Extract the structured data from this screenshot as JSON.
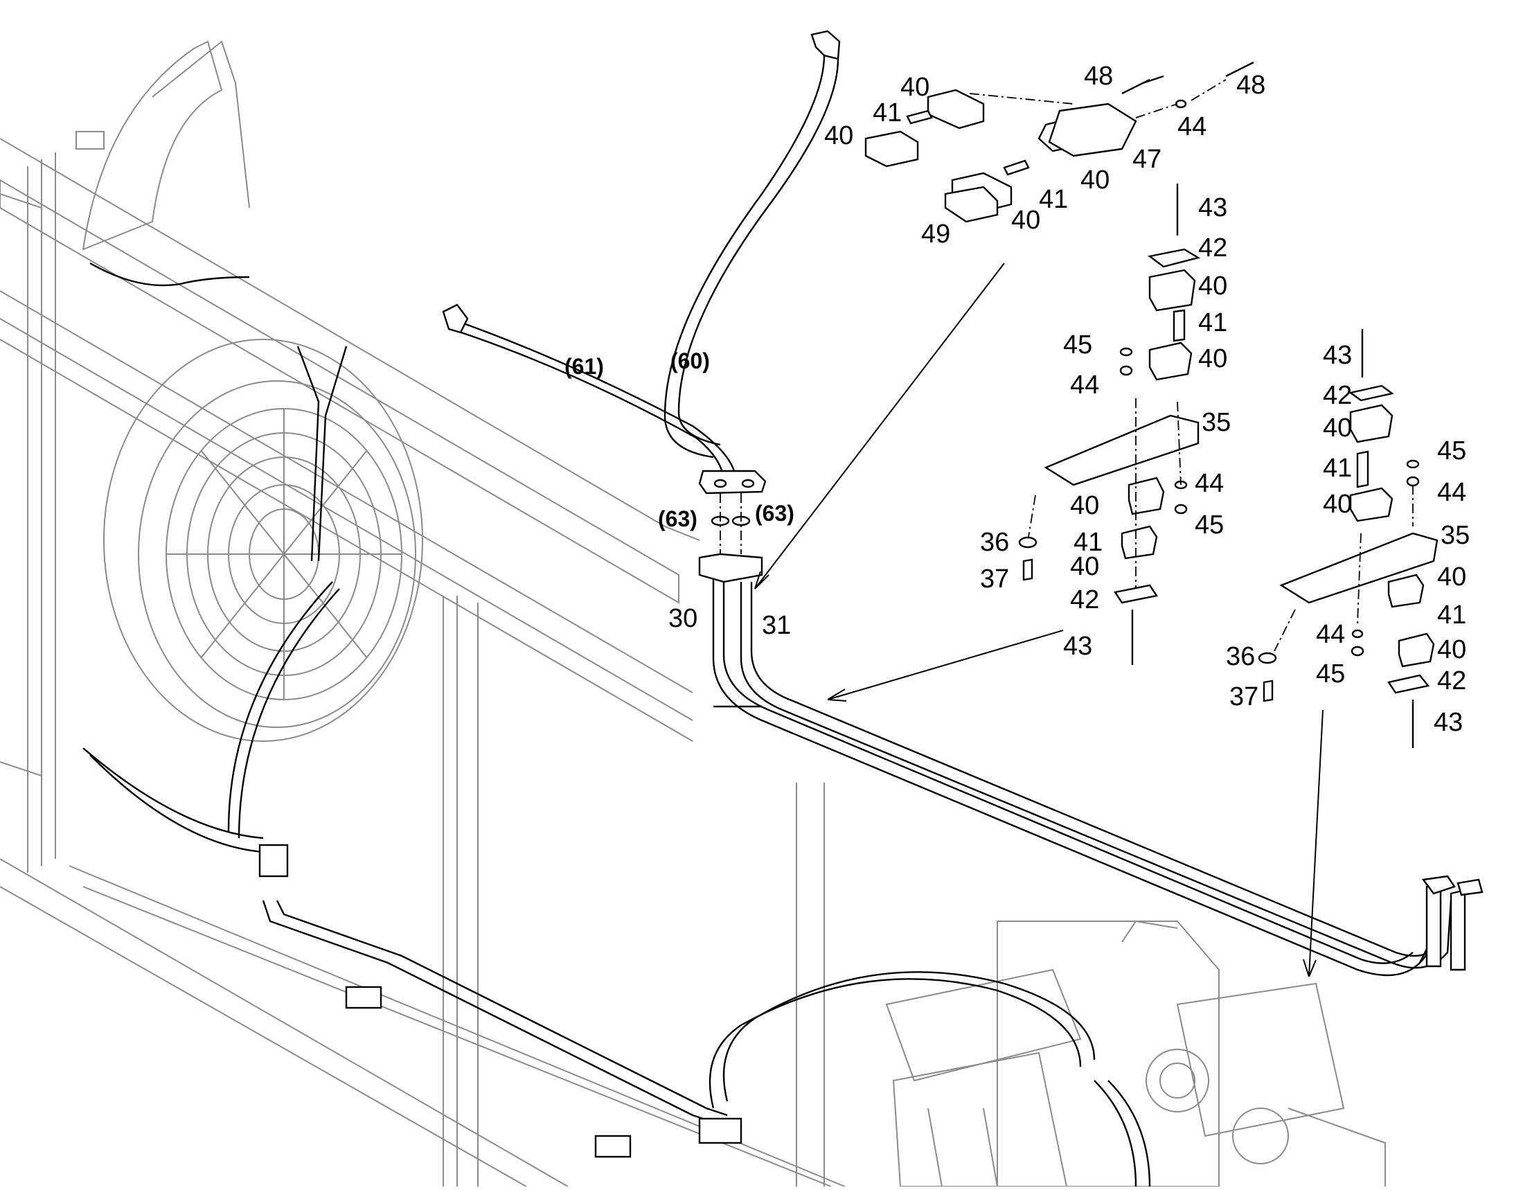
{
  "diagram": {
    "labels": {
      "l30": "30",
      "l31": "31",
      "l35a": "35",
      "l35b": "35",
      "l36a": "36",
      "l36b": "36",
      "l37a": "37",
      "l37b": "37",
      "l40a": "40",
      "l40b": "40",
      "l40c": "40",
      "l40d": "40",
      "l40e": "40",
      "l40f": "40",
      "l40g": "40",
      "l40h": "40",
      "l40i": "40",
      "l40j": "40",
      "l40k": "40",
      "l40l": "40",
      "l41a": "41",
      "l41b": "41",
      "l41c": "41",
      "l41d": "41",
      "l41e": "41",
      "l41f": "41",
      "l42a": "42",
      "l42b": "42",
      "l42c": "42",
      "l42d": "42",
      "l43a": "43",
      "l43b": "43",
      "l43c": "43",
      "l43d": "43",
      "l44a": "44",
      "l44b": "44",
      "l44c": "44",
      "l44d": "44",
      "l44e": "44",
      "l45a": "45",
      "l45b": "45",
      "l45c": "45",
      "l45d": "45",
      "l47": "47",
      "l48a": "48",
      "l48b": "48",
      "l49": "49"
    },
    "references": {
      "r60": "(60)",
      "r61": "(61)",
      "r63a": "(63)",
      "r63b": "(63)"
    }
  }
}
